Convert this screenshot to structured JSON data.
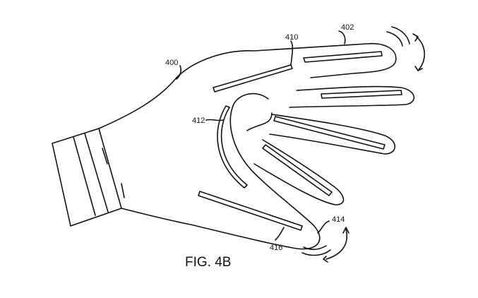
{
  "figure": {
    "caption": "FIG. 4B",
    "labels": {
      "hand": "400",
      "index_finger": "402",
      "index_sensor": "410",
      "thumb_sensor": "412",
      "thumb_tip": "414",
      "palm_sensor": "416"
    }
  }
}
